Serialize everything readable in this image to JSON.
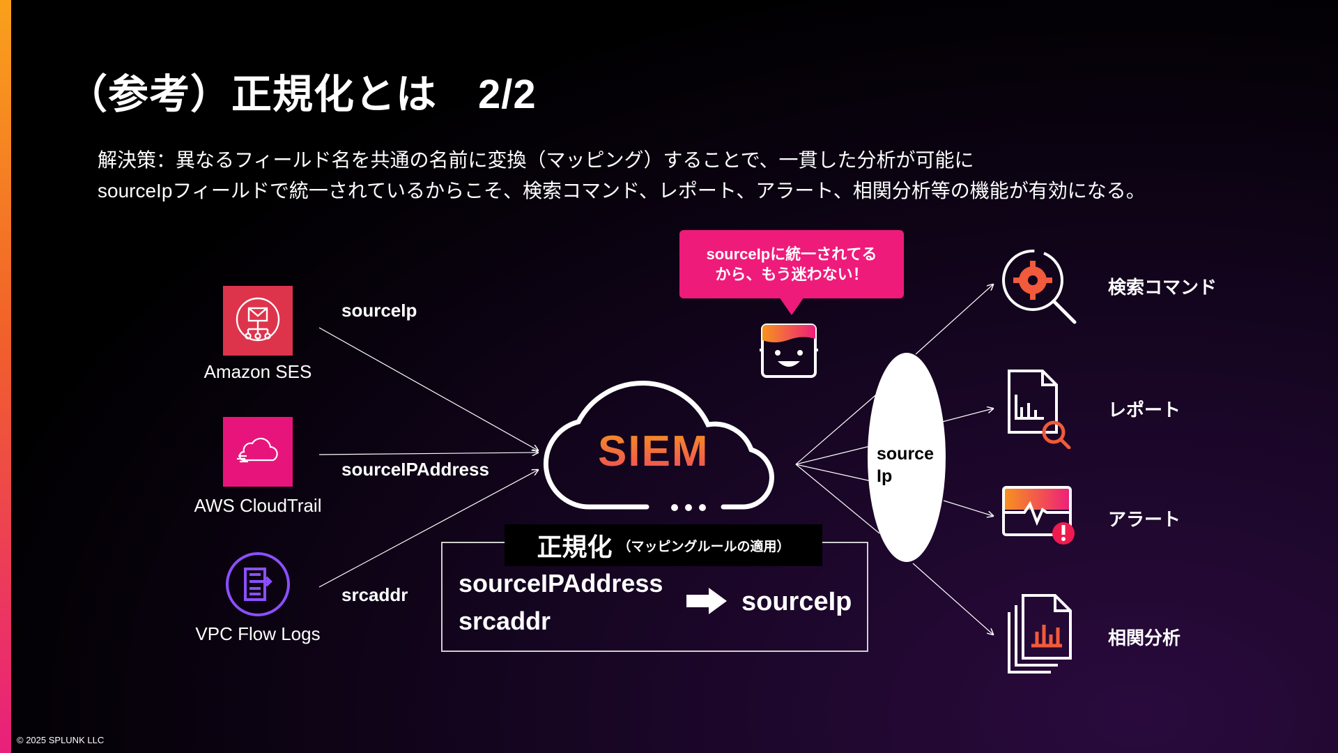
{
  "title": "（参考）正規化とは　2/2",
  "description": {
    "line1": "解決策：異なるフィールド名を共通の名前に変換（マッピング）することで、一貫した分析が可能に",
    "line2": "sourceIpフィールドで統一されているからこそ、検索コマンド、レポート、アラート、相関分析等の機能が有効になる。"
  },
  "sources": [
    {
      "name": "Amazon SES",
      "field": "sourceIp",
      "color": "#dd344c",
      "icon": "ses-icon"
    },
    {
      "name": "AWS CloudTrail",
      "field": "sourceIPAddress",
      "color": "#e7157b",
      "icon": "cloudtrail-icon"
    },
    {
      "name": "VPC Flow Logs",
      "field": "srcaddr",
      "color": "#8c4fff",
      "icon": "vpc-flow-logs-icon"
    }
  ],
  "bubble": {
    "line1": "sourceIpに統一されてる",
    "line2": "から、もう迷わない！"
  },
  "siem": {
    "label": "SIEM"
  },
  "normalization": {
    "title": "正規化",
    "subtitle": "（マッピングルールの適用）",
    "from": [
      "sourceIPAddress",
      "srcaddr"
    ],
    "to": "sourceIp"
  },
  "hub": {
    "line1": "source",
    "line2": "Ip"
  },
  "outputs": [
    {
      "label": "検索コマンド",
      "icon": "search-gear-icon"
    },
    {
      "label": "レポート",
      "icon": "report-icon"
    },
    {
      "label": "アラート",
      "icon": "alert-icon"
    },
    {
      "label": "相関分析",
      "icon": "correlation-icon"
    }
  ],
  "colors": {
    "accent_pink": "#ee1b7b",
    "accent_orange": "#f7931e"
  },
  "copyright": "© 2025 SPLUNK LLC"
}
